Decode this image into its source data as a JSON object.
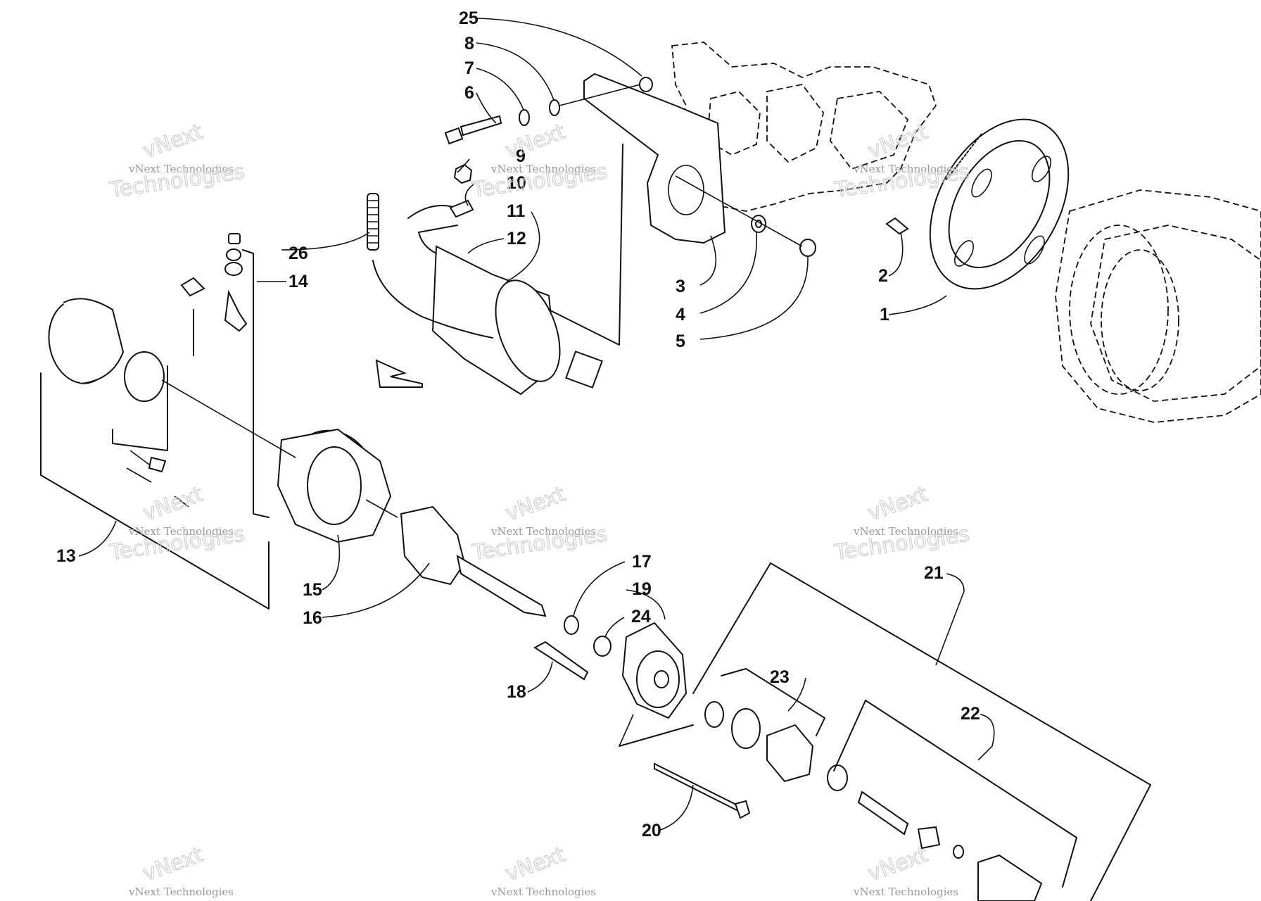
{
  "diagram": {
    "watermark_line1": "vNext Technologies",
    "watermark_line2": "Technologies",
    "watermark_big": "vNext",
    "callouts": [
      "1",
      "2",
      "3",
      "4",
      "5",
      "6",
      "7",
      "8",
      "9",
      "10",
      "11",
      "12",
      "13",
      "14",
      "15",
      "16",
      "17",
      "18",
      "19",
      "20",
      "21",
      "22",
      "23",
      "24",
      "25",
      "26"
    ]
  }
}
